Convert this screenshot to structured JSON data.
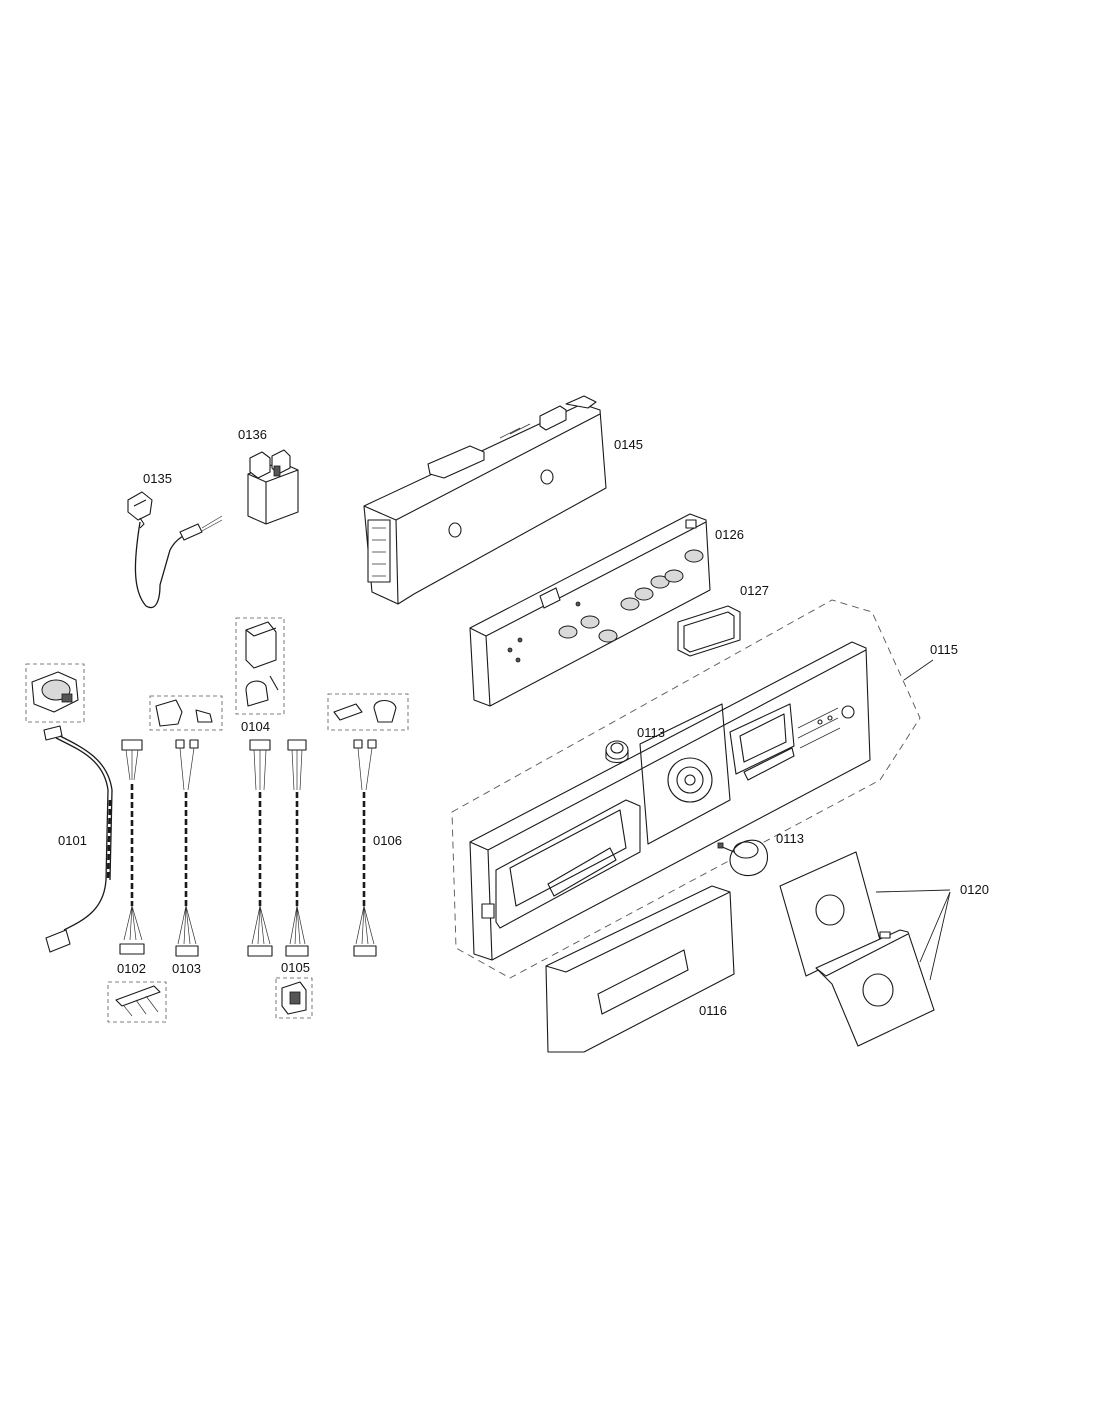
{
  "diagram": {
    "parts": [
      {
        "id": "0101",
        "label": "0101"
      },
      {
        "id": "0102",
        "label": "0102"
      },
      {
        "id": "0103",
        "label": "0103"
      },
      {
        "id": "0104",
        "label": "0104"
      },
      {
        "id": "0105",
        "label": "0105"
      },
      {
        "id": "0106",
        "label": "0106"
      },
      {
        "id": "0113a",
        "label": "0113"
      },
      {
        "id": "0113b",
        "label": "0113"
      },
      {
        "id": "0115",
        "label": "0115"
      },
      {
        "id": "0116",
        "label": "0116"
      },
      {
        "id": "0120",
        "label": "0120"
      },
      {
        "id": "0126",
        "label": "0126"
      },
      {
        "id": "0127",
        "label": "0127"
      },
      {
        "id": "0135",
        "label": "0135"
      },
      {
        "id": "0136",
        "label": "0136"
      },
      {
        "id": "0145",
        "label": "0145"
      }
    ]
  }
}
